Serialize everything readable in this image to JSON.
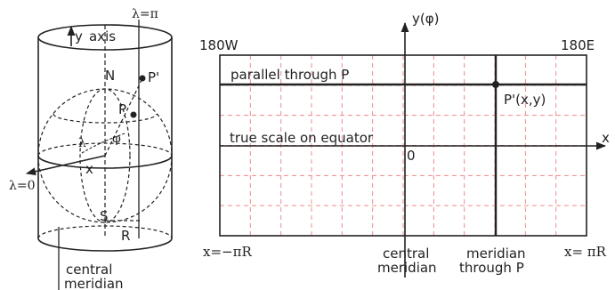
{
  "cylinder": {
    "lambda_pi": "λ=π",
    "y_axis": "y",
    "axis_word": "axis",
    "north": "N",
    "south": "S",
    "point_p": "P",
    "point_p_prime": "P'",
    "angles": "λ",
    "phi": "φ",
    "x_axis": "x",
    "lambda_zero": "λ=0",
    "radius": "R",
    "central_meridian_1": "central",
    "central_meridian_2": "meridian"
  },
  "map": {
    "y_axis": "y(φ)",
    "west_label": "180W",
    "east_label": "180E",
    "parallel_label": "parallel through P",
    "point_label": "P'(x,y)",
    "equator_label": "true scale on equator",
    "origin": "0",
    "x_axis": "x",
    "x_min": "x=−πR",
    "x_max": "x= πR",
    "central_meridian_1": "central",
    "central_meridian_2": "meridian",
    "meridian_p_1": "meridian",
    "meridian_p_2": "through P"
  },
  "colors": {
    "line": "#222222",
    "grid": "#f08a8a"
  }
}
